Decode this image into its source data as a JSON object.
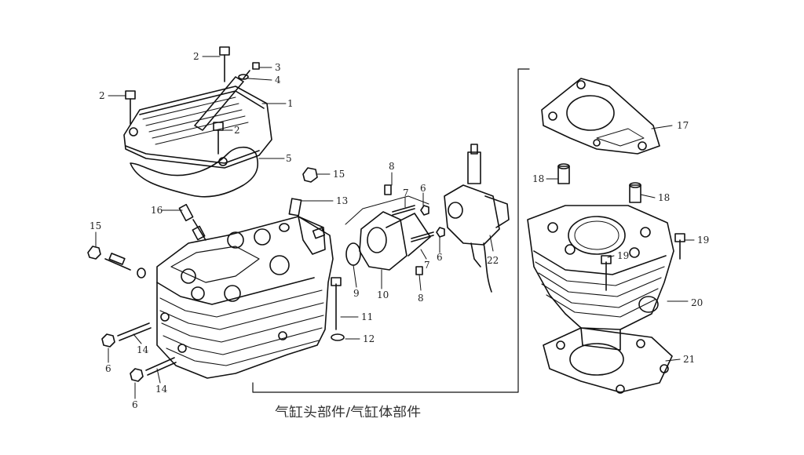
{
  "diagram": {
    "caption": "气缸头部件/气缸体部件",
    "callouts": [
      {
        "id": "c2a",
        "label": "2"
      },
      {
        "id": "c3",
        "label": "3"
      },
      {
        "id": "c4",
        "label": "4"
      },
      {
        "id": "c2b",
        "label": "2"
      },
      {
        "id": "c1",
        "label": "1"
      },
      {
        "id": "c2c",
        "label": "2"
      },
      {
        "id": "c5",
        "label": "5"
      },
      {
        "id": "c15a",
        "label": "15"
      },
      {
        "id": "c13",
        "label": "13"
      },
      {
        "id": "c16",
        "label": "16"
      },
      {
        "id": "c15b",
        "label": "15"
      },
      {
        "id": "c8a",
        "label": "8"
      },
      {
        "id": "c7a",
        "label": "7"
      },
      {
        "id": "c6a",
        "label": "6"
      },
      {
        "id": "c6b",
        "label": "6"
      },
      {
        "id": "c7b",
        "label": "7"
      },
      {
        "id": "c9",
        "label": "9"
      },
      {
        "id": "c10",
        "label": "10"
      },
      {
        "id": "c8b",
        "label": "8"
      },
      {
        "id": "c22",
        "label": "22"
      },
      {
        "id": "c11",
        "label": "11"
      },
      {
        "id": "c12",
        "label": "12"
      },
      {
        "id": "c14a",
        "label": "14"
      },
      {
        "id": "c6c",
        "label": "6"
      },
      {
        "id": "c14b",
        "label": "14"
      },
      {
        "id": "c6d",
        "label": "6"
      },
      {
        "id": "c17",
        "label": "17"
      },
      {
        "id": "c18a",
        "label": "18"
      },
      {
        "id": "c18b",
        "label": "18"
      },
      {
        "id": "c19a",
        "label": "19"
      },
      {
        "id": "c19b",
        "label": "19"
      },
      {
        "id": "c20",
        "label": "20"
      },
      {
        "id": "c21",
        "label": "21"
      }
    ]
  }
}
